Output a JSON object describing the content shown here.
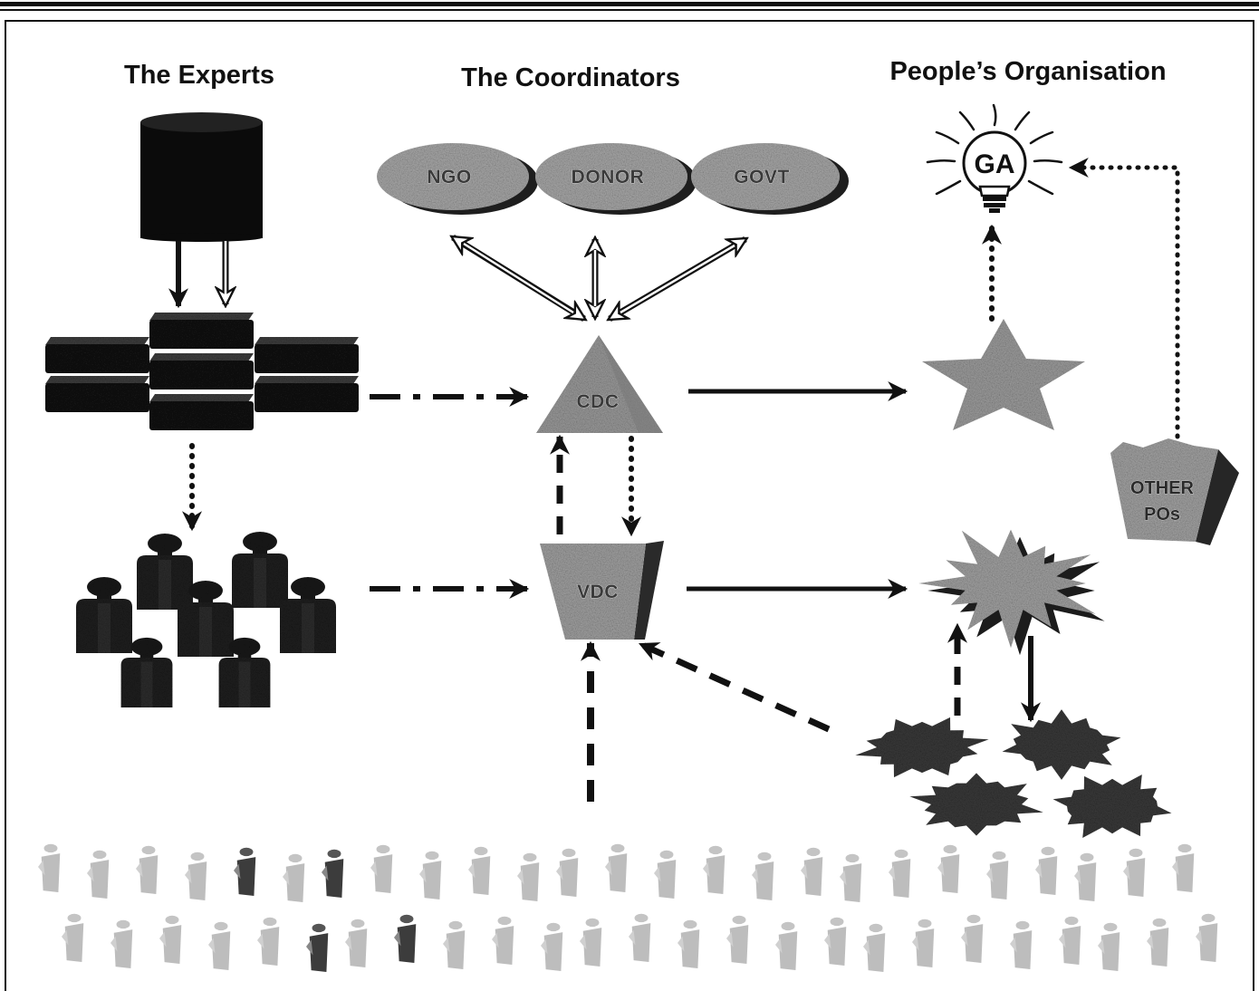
{
  "headings": {
    "experts": "The Experts",
    "coordinators": "The Coordinators",
    "people": "People’s Organisation"
  },
  "coordinators": {
    "ngo": "NGO",
    "donor": "DONOR",
    "govt": "GOVT",
    "cdc": "CDC",
    "vdc": "VDC"
  },
  "people_organisation": {
    "ga": "GA",
    "other_pos": [
      "OTHER",
      "POs"
    ]
  },
  "colors": {
    "ink": "#111111",
    "node_gray": "#a6a6a6",
    "crowd_gray": "#b8b8b8",
    "background": "#ffffff"
  }
}
